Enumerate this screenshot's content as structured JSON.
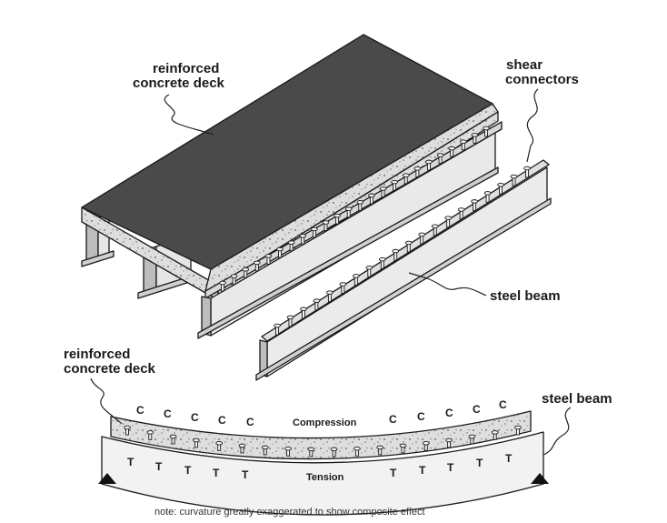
{
  "top_view": {
    "deck_label_line1": "reinforced",
    "deck_label_line2": "concrete deck",
    "connectors_label_line1": "shear",
    "connectors_label_line2": "connectors",
    "beam_label": "steel beam"
  },
  "section_view": {
    "deck_label_line1": "reinforced",
    "deck_label_line2": "concrete deck",
    "beam_label": "steel beam",
    "compression_label": "Compression",
    "tension_label": "Tension",
    "compression_marks": [
      "C",
      "C",
      "C",
      "C",
      "C",
      "C",
      "C",
      "C",
      "C",
      "C"
    ],
    "tension_marks": [
      "T",
      "T",
      "T",
      "T",
      "T",
      "T",
      "T",
      "T",
      "T",
      "T"
    ]
  },
  "note": "note: curvature greatly exaggerated to show composite effect",
  "colors": {
    "deck_top": "#4a4a4a",
    "concrete": "#dcdcdc",
    "steel": "#e6e6e6",
    "steel_dark": "#bdbdbd",
    "ink": "#1a1a1a"
  }
}
